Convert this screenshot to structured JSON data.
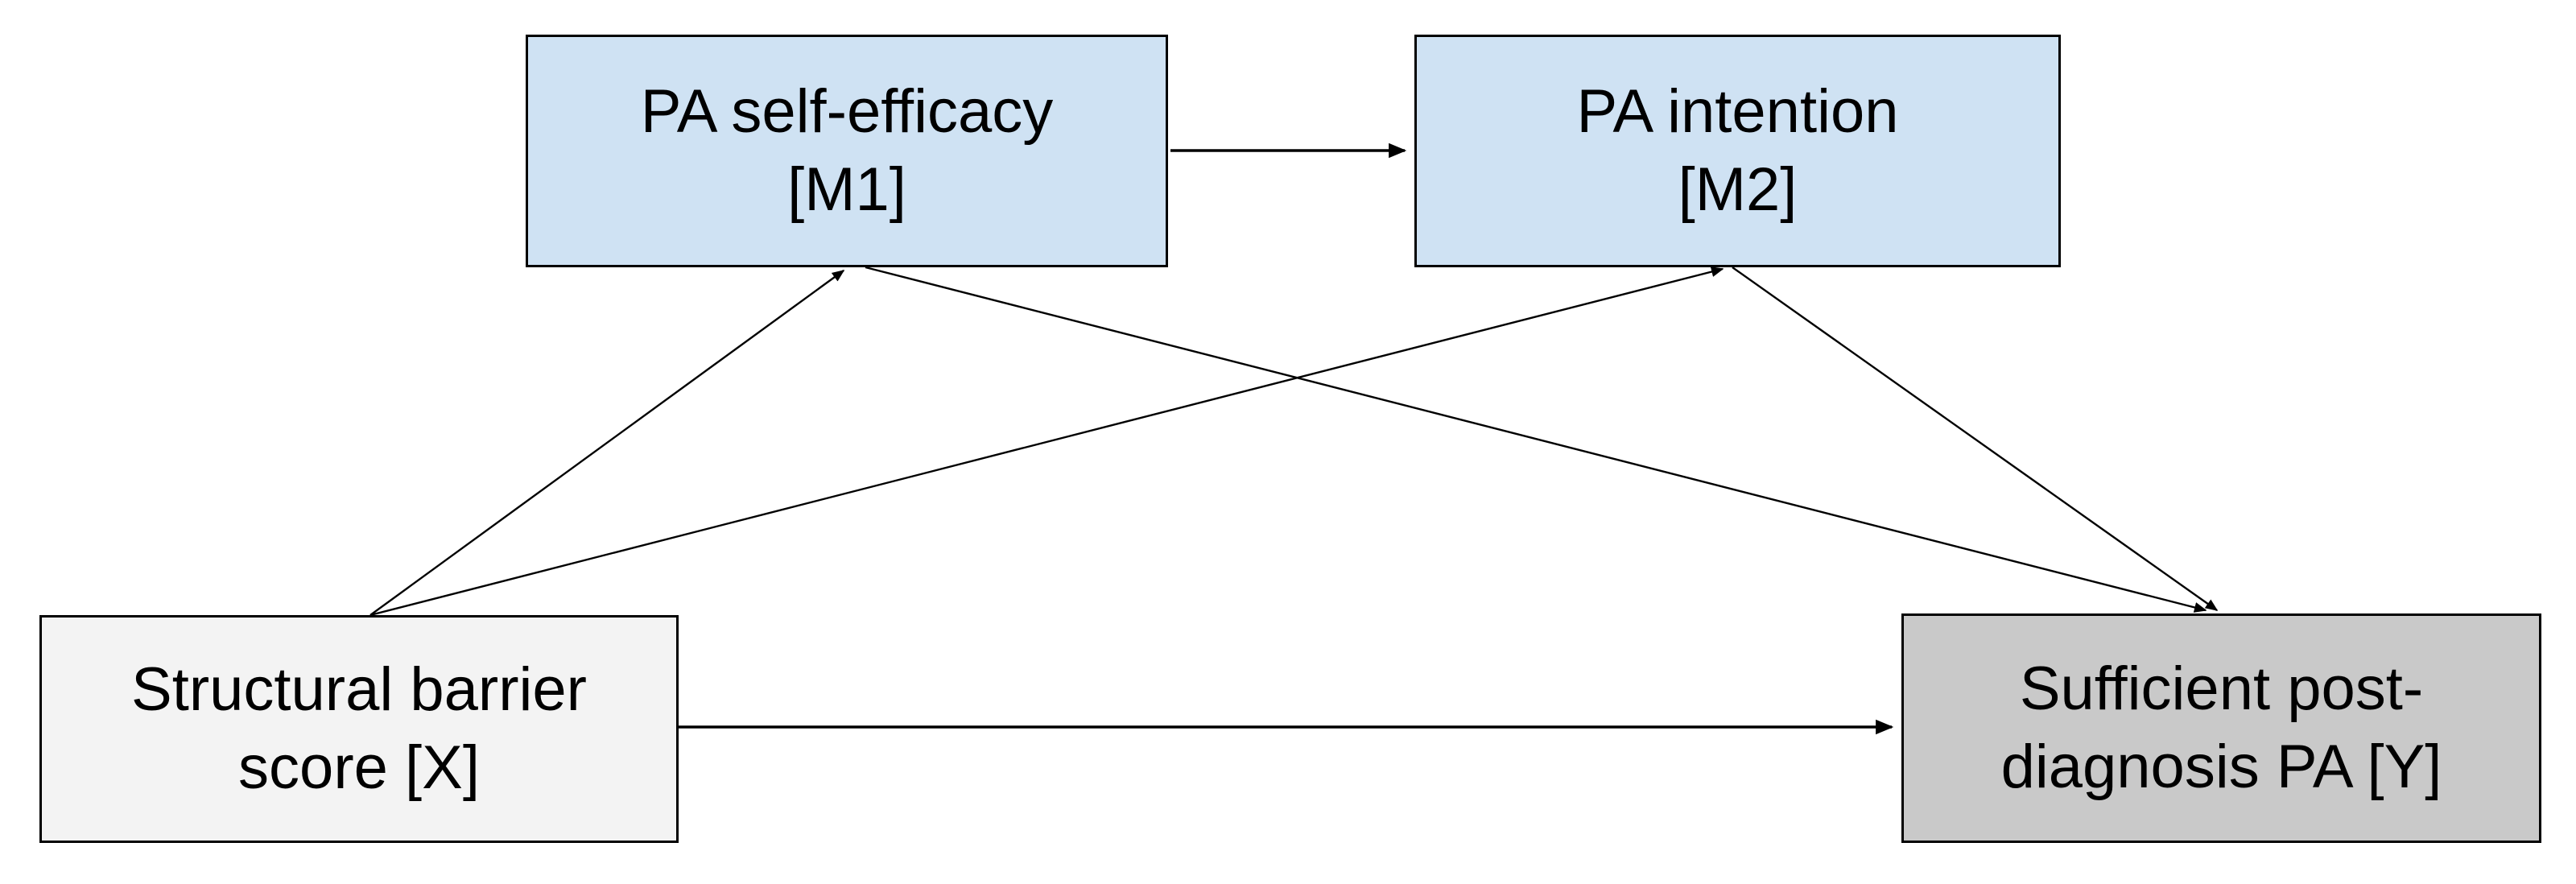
{
  "diagram": {
    "nodes": {
      "m1": {
        "line1": "PA self-efficacy",
        "line2": "[M1]"
      },
      "m2": {
        "line1": "PA intention",
        "line2": "[M2]"
      },
      "x": {
        "line1": "Structural barrier",
        "line2": "score [X]"
      },
      "y": {
        "line1": "Sufficient post-",
        "line2": "diagnosis PA [Y]"
      }
    },
    "edges": [
      {
        "from": "M1",
        "to": "M2"
      },
      {
        "from": "X",
        "to": "M1"
      },
      {
        "from": "X",
        "to": "M2"
      },
      {
        "from": "M1",
        "to": "Y"
      },
      {
        "from": "M2",
        "to": "Y"
      },
      {
        "from": "X",
        "to": "Y"
      }
    ],
    "colors": {
      "mediator_fill": "#cfe2f3",
      "x_fill": "#f3f3f3",
      "y_fill": "#c9c9c9",
      "stroke": "#000000",
      "background": "#ffffff"
    }
  }
}
